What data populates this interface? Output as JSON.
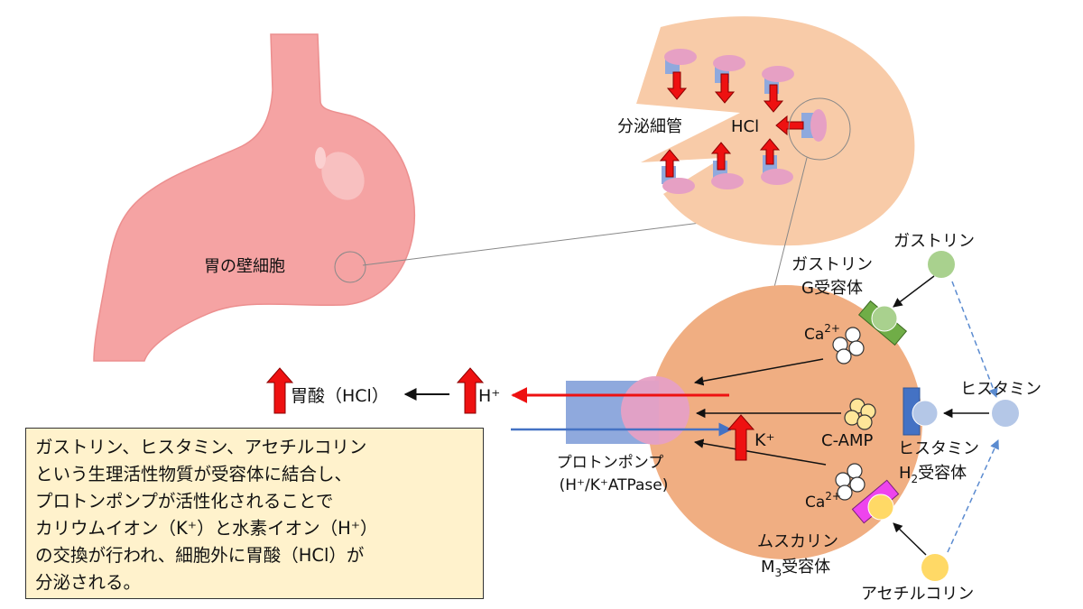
{
  "labels": {
    "parietal_cell": "胃の壁細胞",
    "canaliculus": "分泌細管",
    "hcl": "HCl",
    "gastrin": "ガストリン",
    "gastrin_receptor_1": "ガストリン",
    "gastrin_receptor_2": "G受容体",
    "ca_top": "Ca",
    "ca_bottom": "Ca",
    "ca_charge": "2+",
    "camp": "C-AMP",
    "histamine": "ヒスタミン",
    "h2_receptor_1": "ヒスタミン",
    "h2_receptor_2a": "H",
    "h2_receptor_2sub": "2",
    "h2_receptor_2b": "受容体",
    "acetylcholine": "アセチルコリン",
    "m3_receptor_1": "ムスカリン",
    "m3_receptor_2a": "M",
    "m3_receptor_2sub": "3",
    "m3_receptor_2b": "受容体",
    "proton_pump_1": "プロトンポンプ",
    "proton_pump_2": "(H⁺/K⁺ATPase)",
    "h_ion": "H⁺",
    "k_ion": "K⁺",
    "gastric_acid": "胃酸（HCl）"
  },
  "explanation": [
    "ガストリン、ヒスタミン、アセチルコリン",
    "という生理活性物質が受容体に結合し、",
    "プロトンポンプが活性化されることで",
    "カリウムイオン（K⁺）と水素イオン（H⁺）",
    "の交換が行われ、細胞外に胃酸（HCl）が",
    "分泌される。"
  ],
  "colors": {
    "stomach": "#f5a3a3",
    "cell": "#f0ae82",
    "tissue": "#f8cba8",
    "pump": "#8fa9dd",
    "pump_pink": "#e6a0c4",
    "arrow_red": "#ee1111",
    "gastrin": "#a9d18e",
    "gastrin_receptor": "#70ad47",
    "histamine": "#b4c7e7",
    "h2_receptor": "#4472c4",
    "acetylcholine": "#ffd966",
    "m3_receptor": "#ee44ee",
    "note_bg": "#fff2cc"
  }
}
